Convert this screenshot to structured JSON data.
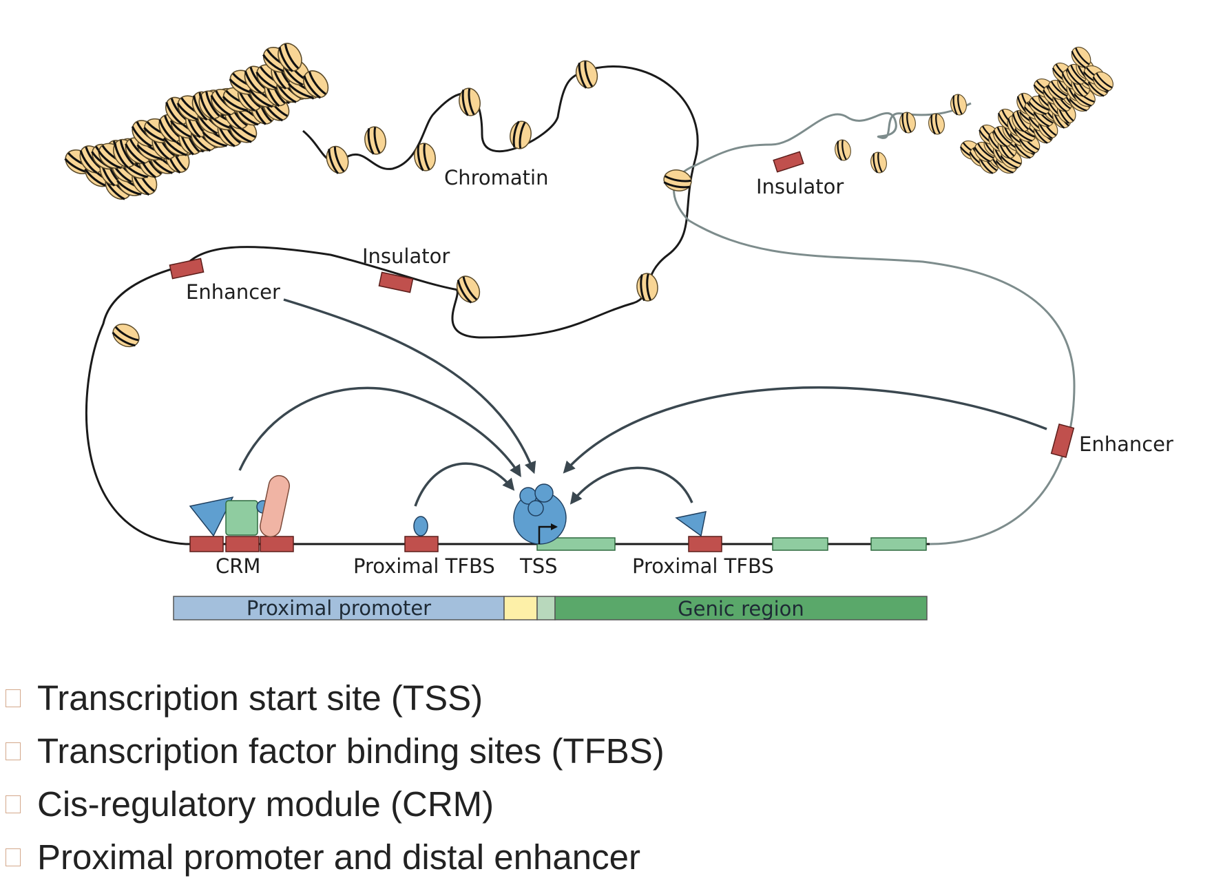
{
  "diagram": {
    "labels": {
      "chromatin": "Chromatin",
      "insulator_left": "Insulator",
      "insulator_right": "Insulator",
      "enhancer_left": "Enhancer",
      "enhancer_right": "Enhancer",
      "crm": "CRM",
      "proximal_tfbs_left": "Proximal TFBS",
      "tss": "TSS",
      "proximal_tfbs_right": "Proximal TFBS"
    },
    "region_bar": {
      "proximal_promoter": "Proximal promoter",
      "genic_region": "Genic region"
    },
    "colors": {
      "nucleosome": "#f8d595",
      "regulatory_element": "#c0504d",
      "exon": "#8fcca0",
      "polymerase": "#5f9fd0",
      "promoter_bar": "#a3bfdc",
      "tss_bar": "#fdf0a8",
      "genic_bar": "#5aa86a"
    }
  },
  "bullets": [
    {
      "text": "Transcription start site (TSS)"
    },
    {
      "text": "Transcription factor binding sites (TFBS)"
    },
    {
      "text": "Cis-regulatory module (CRM)"
    },
    {
      "text": "Proximal promoter and distal enhancer"
    }
  ]
}
